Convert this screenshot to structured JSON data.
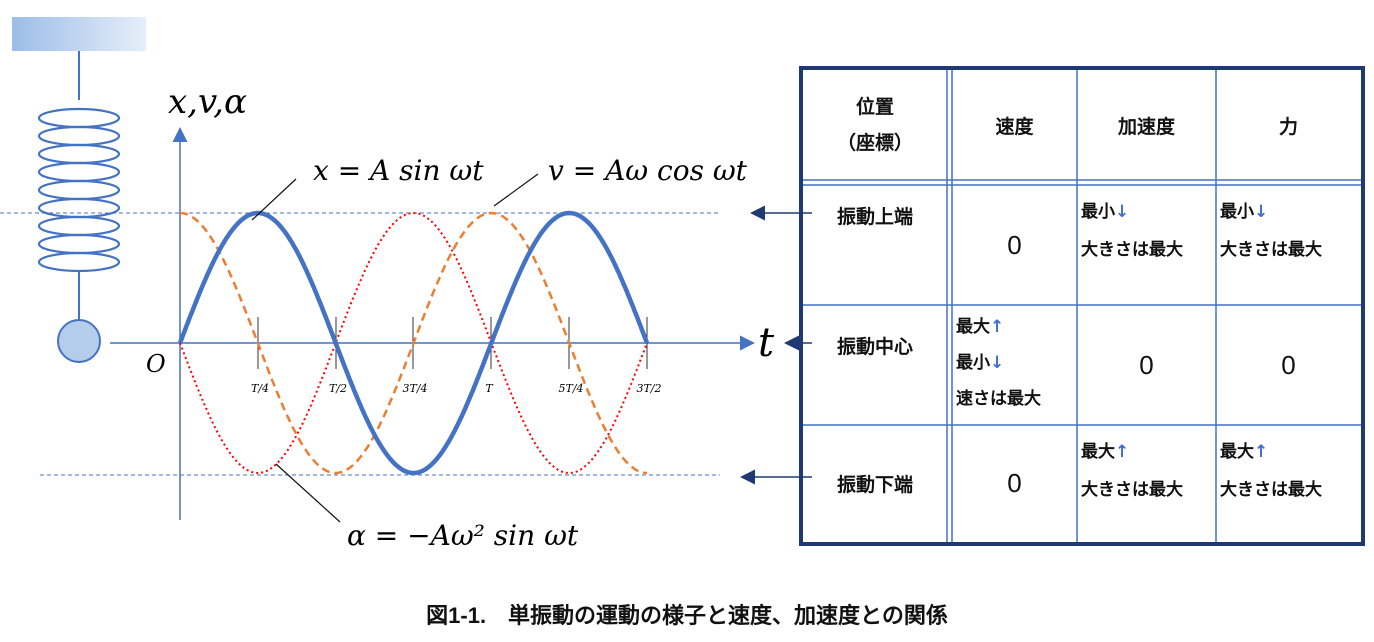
{
  "axes": {
    "y_label": "x,v,α",
    "x_label": "t",
    "origin": "O",
    "ticks": [
      "T/4",
      "T/2",
      "3T/4",
      "T",
      "5T/4",
      "3T/2"
    ]
  },
  "curves": {
    "x": {
      "label": "x = A sin ωt",
      "color": "#4472c4",
      "style": "solid"
    },
    "v": {
      "label": "v = Aω cos ωt",
      "color": "#ed7d31",
      "style": "dashed"
    },
    "a": {
      "label": "α = −Aω² sin ωt",
      "color": "#ff0000",
      "style": "dotted"
    }
  },
  "table": {
    "headers": [
      "位置\n（座標）",
      "速度",
      "加速度",
      "力"
    ],
    "rows": [
      {
        "label": "振動上端",
        "speed": "0",
        "accel": [
          "最小↓",
          "大きさは最大"
        ],
        "force": [
          "最小↓",
          "大きさは最大"
        ]
      },
      {
        "label": "振動中心",
        "speed": [
          "最大↑",
          "最小↓",
          "速さは最大"
        ],
        "accel": "0",
        "force": "0"
      },
      {
        "label": "振動下端",
        "speed": "0",
        "accel": [
          "最大↑",
          "大きさは最大"
        ],
        "force": [
          "最大↑",
          "大きさは最大"
        ]
      }
    ]
  },
  "caption": "図1-1.　単振動の運動の様子と速度、加速度との関係"
}
